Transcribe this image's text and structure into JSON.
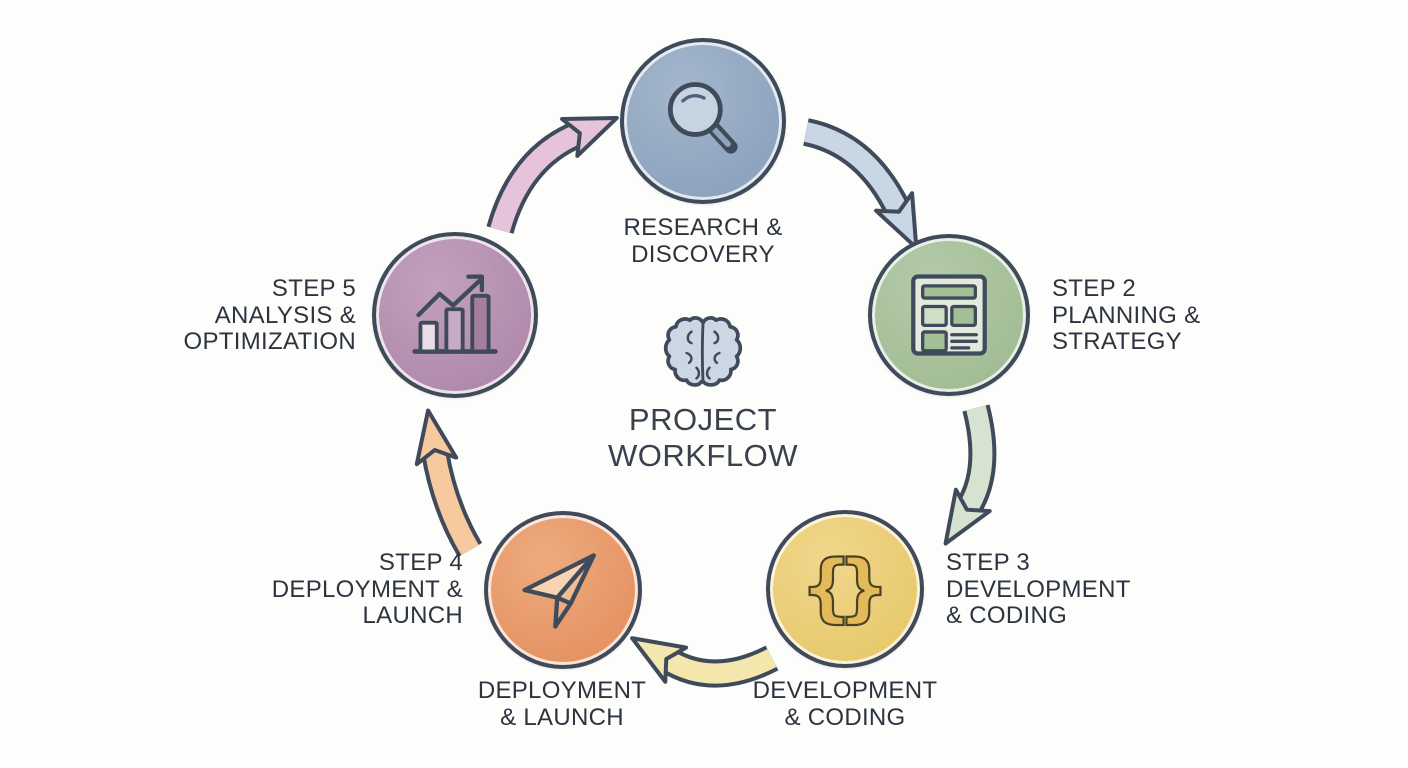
{
  "diagram_title": {
    "line1": "PROJECT",
    "line2": "WORKFLOW"
  },
  "colors": {
    "background": "#fdfdfb",
    "outline": "#3f4a5a",
    "label_text": "#2d3440",
    "title_text": "#3a414e",
    "research_circle_fill": "#94a9c2",
    "planning_circle_fill": "#a9c29f",
    "development_circle_fill": "#ebcd79",
    "deployment_circle_fill": "#e89d6d",
    "analysis_circle_fill": "#b893b3",
    "arrow_pink": "#e6c3da",
    "arrow_blue": "#c9d6e4",
    "arrow_green": "#d6e3d1",
    "arrow_yellow": "#f3e7ae",
    "arrow_orange": "#f7c99e"
  },
  "center": {
    "icon": "brain-icon"
  },
  "nodes": {
    "research": {
      "icon": "magnifier-icon",
      "label": [
        "RESEARCH &",
        "DISCOVERY"
      ]
    },
    "planning": {
      "icon": "wireframe-document-icon",
      "side_label": [
        "STEP 2",
        "PLANNING &",
        "STRATEGY"
      ]
    },
    "development": {
      "icon": "code-braces-icon",
      "side_label": [
        "STEP 3",
        "DEVELOPMENT",
        "& CODING"
      ],
      "bottom_label": [
        "DEVELOPMENT",
        "& CODING"
      ]
    },
    "deployment": {
      "icon": "paper-plane-icon",
      "side_label": [
        "STEP 4",
        "DEPLOYMENT &",
        "LAUNCH"
      ],
      "bottom_label": [
        "DEPLOYMENT",
        "& LAUNCH"
      ]
    },
    "analysis": {
      "icon": "bar-chart-icon",
      "side_label": [
        "STEP 5",
        "ANALYSIS &",
        "OPTIMIZATION"
      ]
    }
  },
  "arrows": {
    "analysis_to_research": {
      "color": "#e6c3da"
    },
    "research_to_planning": {
      "color": "#c9d6e4"
    },
    "planning_to_development": {
      "color": "#d6e3d1"
    },
    "development_to_deployment": {
      "color": "#f3e7ae"
    },
    "deployment_to_analysis": {
      "color": "#f7c99e"
    }
  }
}
